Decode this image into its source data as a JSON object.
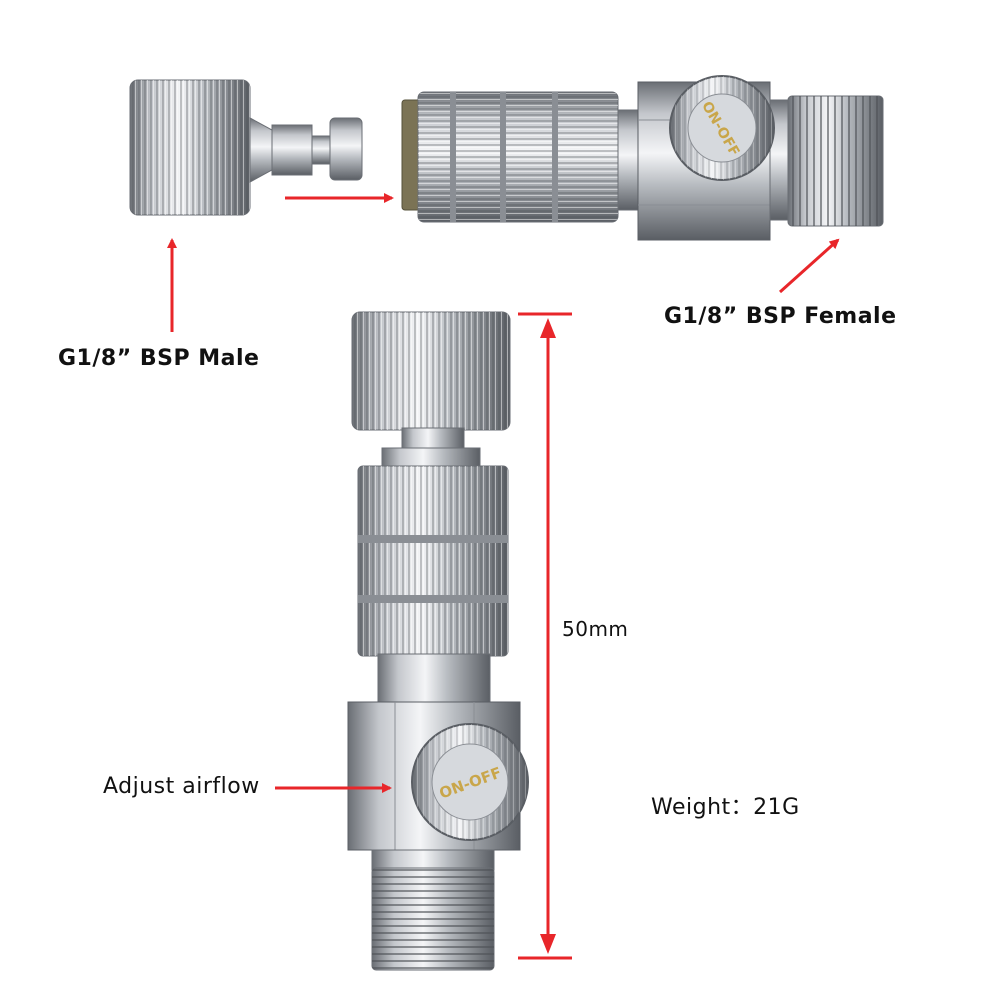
{
  "labels": {
    "male": "G1/8” BSP Male",
    "female": "G1/8” BSP Female",
    "adjust": "Adjust airflow",
    "weight": "Weight：21G",
    "length": "50mm"
  },
  "knob_text": "ON-OFF",
  "colors": {
    "arrow": "#e8262a",
    "metal_light": "#e9ebee",
    "metal_mid": "#a9adb3",
    "metal_dark": "#5c6066",
    "brass": "#c9a64a"
  }
}
